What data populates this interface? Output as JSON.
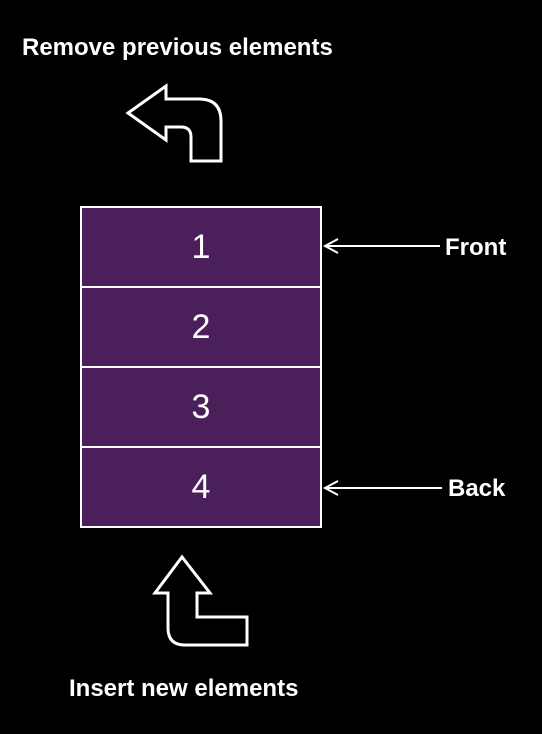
{
  "diagram": {
    "top_caption": "Remove previous elements",
    "bottom_caption": "Insert new elements",
    "front_label": "Front",
    "back_label": "Back",
    "queue_items": [
      "1",
      "2",
      "3",
      "4"
    ],
    "colors": {
      "background": "#000000",
      "cell_fill": "#4b1f5a",
      "stroke": "#ffffff",
      "text": "#ffffff"
    },
    "icons": {
      "remove": "curved-arrow-up-left-icon",
      "insert": "curved-arrow-up-icon",
      "front_pointer": "arrow-left-icon",
      "back_pointer": "arrow-left-icon"
    }
  }
}
